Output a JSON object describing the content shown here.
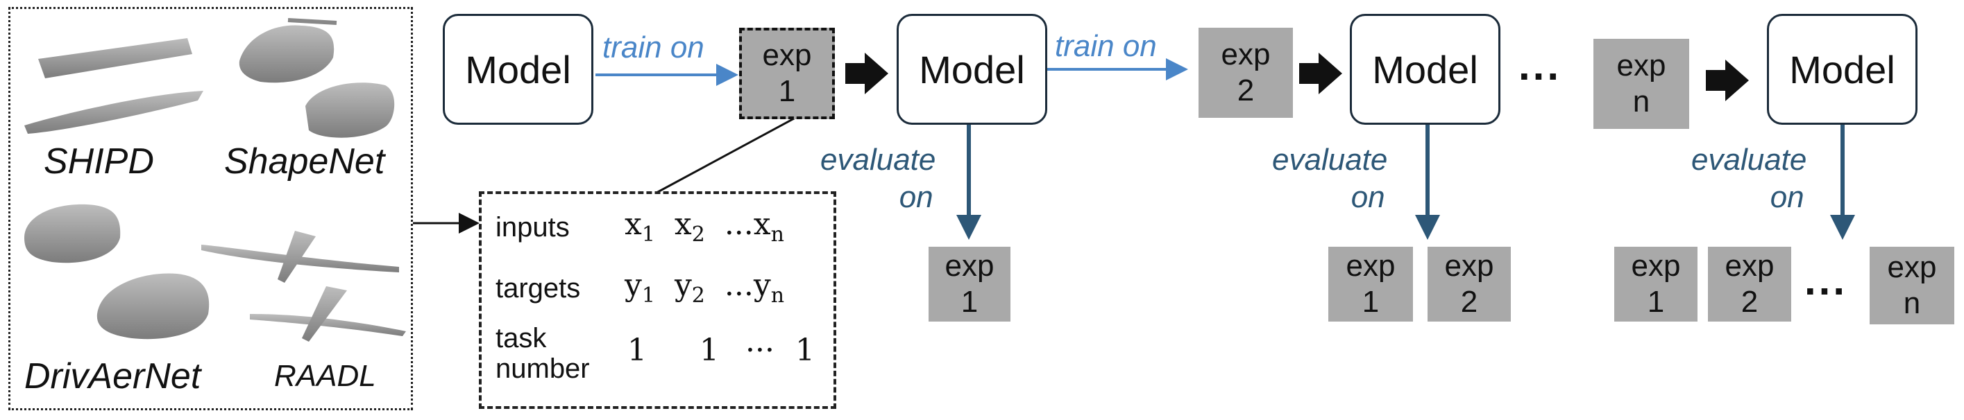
{
  "datasets": {
    "shipd": "SHIPD",
    "shapenet": "ShapeNet",
    "drivaernet": "DrivAerNet",
    "raadl": "RAADL"
  },
  "pipeline": {
    "model_label": "Model",
    "train_label": "train on",
    "evaluate_line1": "evaluate",
    "evaluate_line2": "on",
    "ellipsis": "...",
    "exp_word": "exp",
    "train_exps": [
      "1",
      "2",
      "n"
    ],
    "eval_groups": [
      [
        "1"
      ],
      [
        "1",
        "2"
      ],
      [
        "1",
        "2",
        "n"
      ]
    ]
  },
  "task_table": {
    "inputs_label": "inputs",
    "targets_label": "targets",
    "task_label_line1": "task",
    "task_label_line2": "number",
    "inputs": {
      "v1": "x",
      "s1": "1",
      "v2": "x",
      "s2": "2",
      "dots": "...",
      "vn": "x",
      "sn": "n"
    },
    "targets": {
      "v1": "y",
      "s1": "1",
      "v2": "y",
      "s2": "2",
      "dots": "...",
      "vn": "y",
      "sn": "n"
    },
    "task_numbers": {
      "a": "1",
      "b": "1",
      "dots": "···",
      "c": "1"
    }
  },
  "colors": {
    "train_arrow": "#4a86c8",
    "eval_arrow": "#2d5777",
    "exp_fill": "#a9a9a9"
  }
}
